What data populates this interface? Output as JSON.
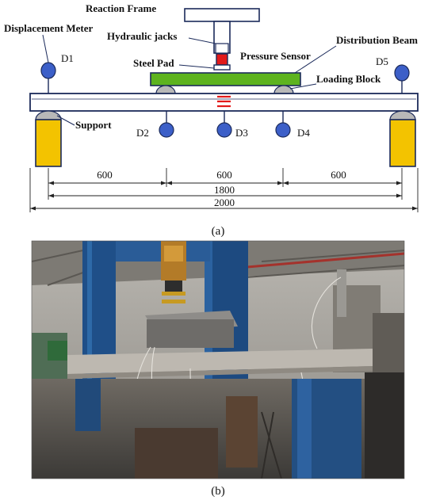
{
  "diagram": {
    "labels": {
      "reaction_frame": "Reaction Frame",
      "displacement_meter": "Displacement Meter",
      "hydraulic_jacks": "Hydraulic jacks",
      "distribution_beam": "Distribution Beam",
      "steel_pad": "Steel Pad",
      "pressure_sensor": "Pressure Sensor",
      "loading_block": "Loading Block",
      "support": "Support"
    },
    "gauges": {
      "d1": "D1",
      "d2": "D2",
      "d3": "D3",
      "d4": "D4",
      "d5": "D5"
    },
    "dimensions": {
      "span1": "600",
      "span2": "600",
      "span3": "600",
      "support_span": "1800",
      "total_length": "2000"
    },
    "colors": {
      "reaction_frame": "#ffffff",
      "hydraulic_jack": "#ffffff",
      "pressure_sensor": "#e21a1a",
      "distribution_beam": "#5db31f",
      "support_block": "#f3c300",
      "gauge": "#3c5fc8",
      "crack_marks": "#e21a1a",
      "loading_block": "#b8b8b8"
    }
  },
  "captions": {
    "a": "(a)",
    "b": "(b)"
  },
  "photo": {
    "description_icon": "test-setup-photo"
  }
}
